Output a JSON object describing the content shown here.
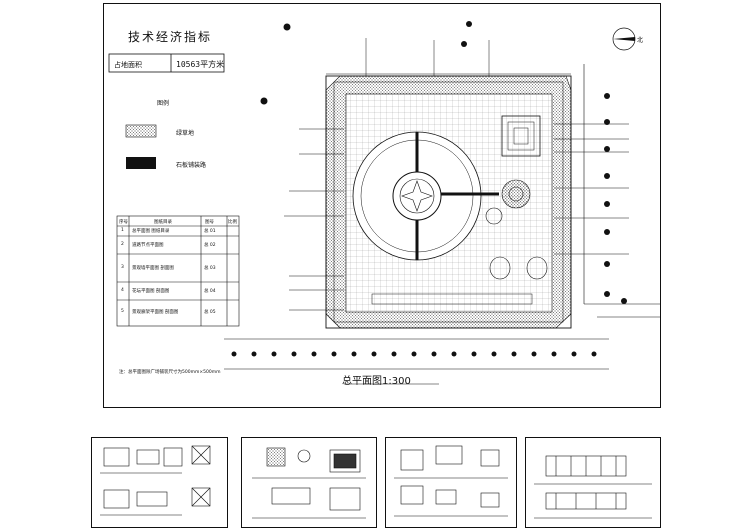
{
  "tech_index": {
    "title": "技术经济指标",
    "site_area_label": "占地面积",
    "site_area_value": "10563平方米"
  },
  "legend": {
    "title": "图例",
    "items": [
      {
        "label": "绿草地"
      },
      {
        "label": "石板铺装路"
      }
    ]
  },
  "drawing_index": {
    "headers": [
      "序号",
      "图纸目录",
      "图号",
      "比例"
    ],
    "rows": [
      {
        "no": "1",
        "content": "总平面图 图纸目录",
        "code": "总 01"
      },
      {
        "no": "2",
        "content": "道路节点平面图",
        "code": "总 02"
      },
      {
        "no": "3",
        "content": "景观墙平面图 剖面图",
        "code": "总 03"
      },
      {
        "no": "4",
        "content": "花坛平面图 剖面图",
        "code": "总 04"
      },
      {
        "no": "5",
        "content": "景观廊架平面图 剖面图",
        "code": "总 05"
      }
    ]
  },
  "note": "注：总平面图除广场铺装尺寸为500mm×500mm",
  "main_title": "总平面图1:300",
  "north_label": "北",
  "colors": {
    "line": "#111111",
    "paper": "#ffffff"
  }
}
